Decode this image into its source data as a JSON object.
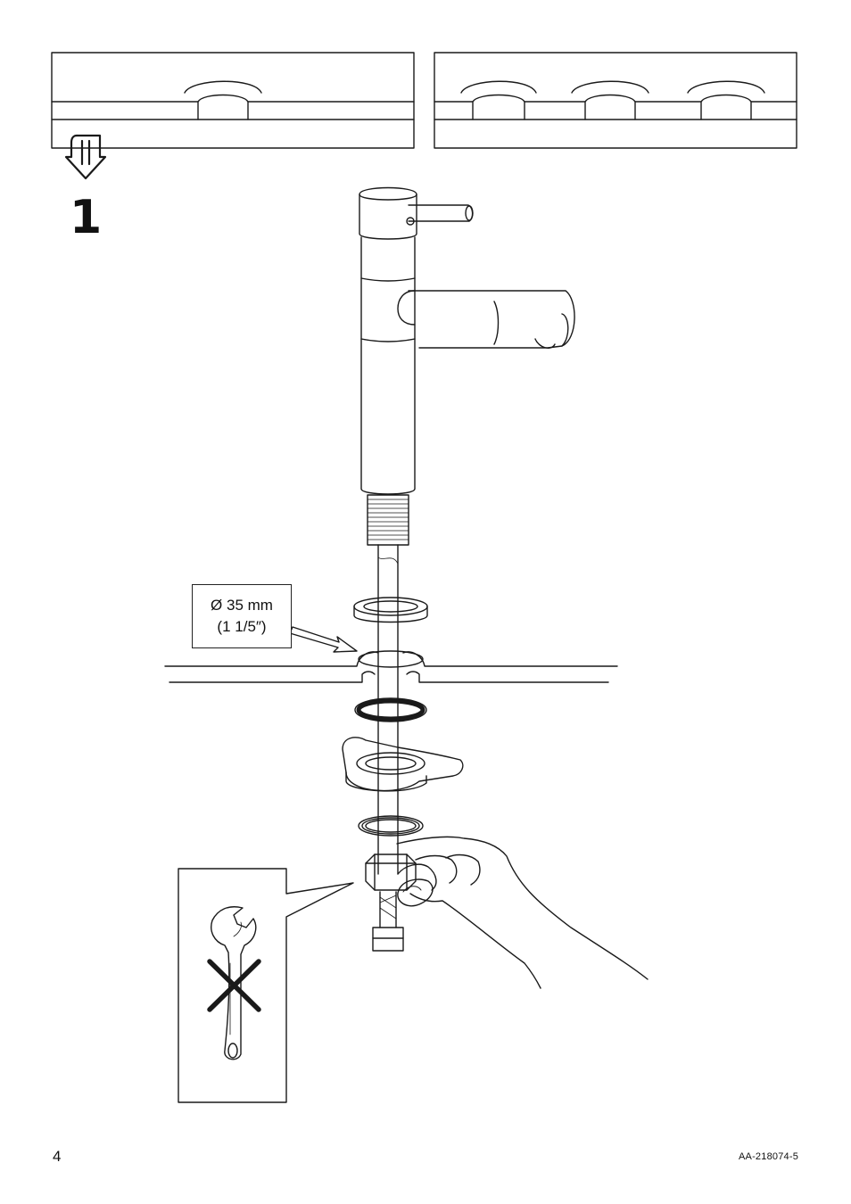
{
  "step": {
    "number": "1"
  },
  "hole_dimension": {
    "metric": "Ø 35 mm",
    "imperial": "(1 1/5″)"
  },
  "footer": {
    "page_number": "4",
    "document_code": "AA-218074-5"
  },
  "icons": {
    "top_left_panel": "single-hole-countertop-icon",
    "top_right_panel": "three-hole-countertop-icon",
    "flow_arrow": "down-arrow-icon",
    "no_wrench": "wrench-crossed-icon"
  },
  "colors": {
    "line": "#1a1a1a",
    "background": "#ffffff"
  }
}
